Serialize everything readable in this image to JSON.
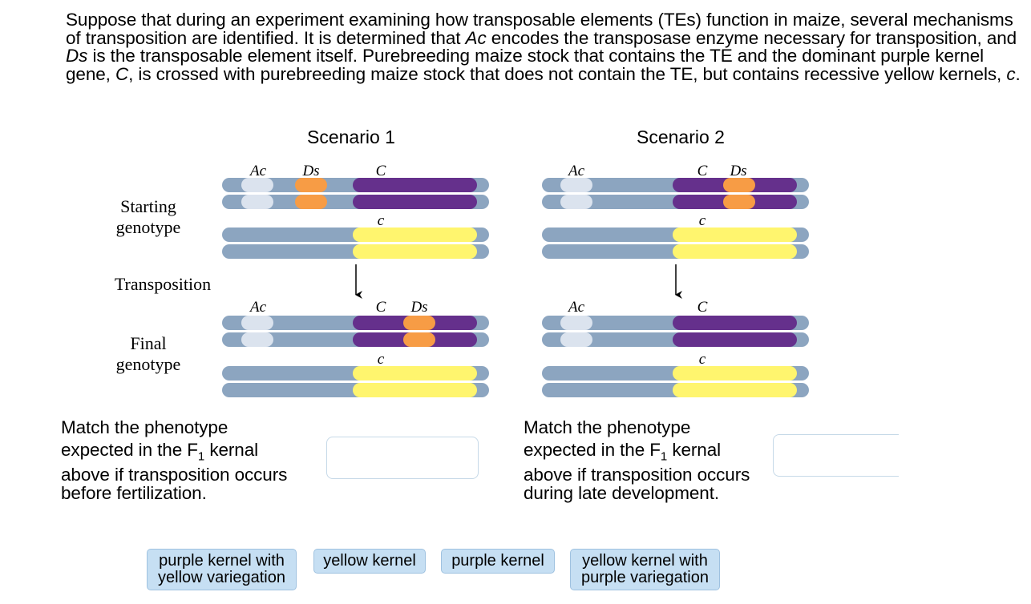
{
  "intro": {
    "p1": "Suppose that during an experiment examining how transposable elements (TEs) function in maize, several mechanisms of transposition are identified. It is determined that ",
    "ac": "Ac",
    "p2": " encodes the transposase enzyme necessary for transposition, and ",
    "ds": "Ds",
    "p3": " is the transposable element itself. Purebreeding maize stock that contains the TE and the dominant purple kernel gene, ",
    "C": "C",
    "p4": ", is crossed with purebreeding maize stock that does not contain the TE, but contains recessive yellow kernels, ",
    "c": "c",
    "p5": "."
  },
  "scenarios": [
    {
      "title": "Scenario 1",
      "start_labels": {
        "ac": "Ac",
        "ds": "Ds",
        "C": "C",
        "c": "c"
      },
      "final_labels": {
        "ac": "Ac",
        "C": "C",
        "ds": "Ds",
        "c": "c"
      }
    },
    {
      "title": "Scenario 2",
      "start_labels": {
        "ac": "Ac",
        "C": "C",
        "ds": "Ds",
        "c": "c"
      },
      "final_labels": {
        "ac": "Ac",
        "C": "C",
        "c": "c"
      }
    }
  ],
  "row_labels": {
    "start_1": "Starting",
    "start_2": "genotype",
    "transposition": "Transposition",
    "final_1": "Final",
    "final_2": "genotype"
  },
  "questions": [
    {
      "line1": "Match the phenotype",
      "line2a": "expected in the F",
      "line2_sub": "1",
      "line2b": " kernal",
      "line3": "above if transposition occurs",
      "line4": "before fertilization.",
      "answer": ""
    },
    {
      "line1": "Match the phenotype",
      "line2a": "expected in the F",
      "line2_sub": "1",
      "line2b": " kernal",
      "line3": "above if transposition occurs",
      "line4": "during late development.",
      "answer": ""
    }
  ],
  "answer_tokens": [
    {
      "line1": "purple kernel with",
      "line2": "yellow variegation"
    },
    {
      "line1": "yellow kernel",
      "line2": ""
    },
    {
      "line1": "purple kernel",
      "line2": ""
    },
    {
      "line1": "yellow kernel with",
      "line2": "purple variegation"
    }
  ],
  "colors": {
    "chromosome": "#8ca5c0",
    "ac_segment": "#dbe3ee",
    "ds_segment": "#f79c45",
    "purple_C": "#65308c",
    "yellow_c": "#fff56e",
    "token_bg": "#c6dff3"
  }
}
